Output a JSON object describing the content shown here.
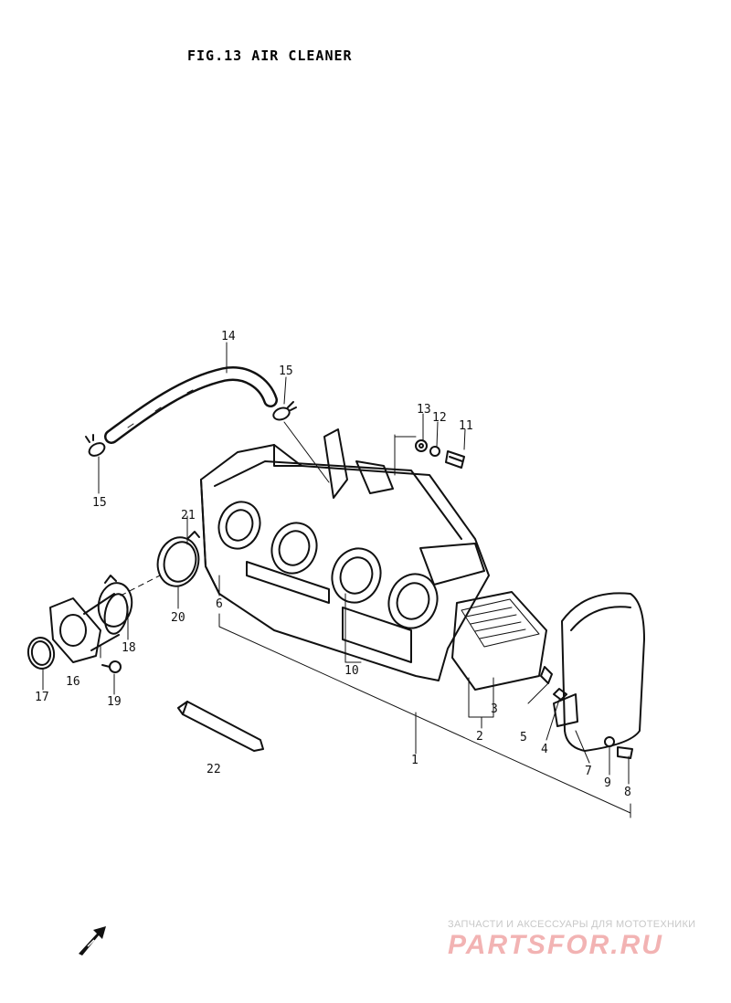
{
  "figure": {
    "title": "FIG.13  AIR CLEANER"
  },
  "callouts": [
    "14",
    "15",
    "15",
    "13",
    "12",
    "11",
    "21",
    "20",
    "6",
    "18",
    "16",
    "17",
    "19",
    "10",
    "22",
    "1",
    "2",
    "3",
    "5",
    "4",
    "7",
    "9",
    "8"
  ],
  "watermark": {
    "tagline": "ЗАПЧАСТИ И АКСЕССУАРЫ ДЛЯ МОТОТЕХНИКИ",
    "brand": "PARTSFOR.RU"
  },
  "colors": {
    "ink": "#111111",
    "watermark_red": "#f2b3b3",
    "watermark_gray": "#c8c8c8"
  },
  "icons": [
    "front-direction-arrow-icon"
  ]
}
